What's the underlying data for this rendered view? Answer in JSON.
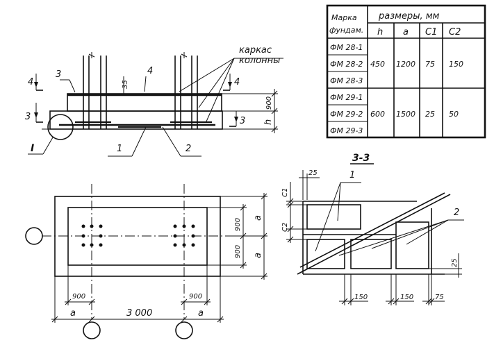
{
  "table": {
    "header_col1_line1": "Марка",
    "header_col1_line2": "фундам.",
    "header_group": "размеры, мм",
    "columns": [
      "h",
      "a",
      "C1",
      "C2"
    ],
    "group1": {
      "marks": [
        "ФМ 28-1",
        "ФМ 28-2",
        "ФМ 28-3"
      ],
      "values": [
        "450",
        "1200",
        "75",
        "150"
      ]
    },
    "group2": {
      "marks": [
        "ФМ 29-1",
        "ФМ 29-2",
        "ФМ 29-3"
      ],
      "values": [
        "600",
        "1500",
        "25",
        "50"
      ]
    }
  },
  "elevation": {
    "frame_label_line1": "каркас",
    "frame_label_line2": "колонны",
    "section_4_left": "4",
    "section_4_right": "4",
    "section_3_left": "3",
    "section_3_right": "3",
    "callout_3": "3",
    "callout_4": "4",
    "dim_35": "35",
    "dim_900": "900",
    "dim_h": "h",
    "node_I": "I",
    "callout_1": "1",
    "callout_2": "2"
  },
  "plan": {
    "dim_a_right_top": "a",
    "dim_900_right_top": "900",
    "dim_a_right_bottom": "a",
    "dim_900_right_bottom": "900",
    "dim_900_left": "900",
    "dim_900_right": "900",
    "dim_a_left": "a",
    "dim_a_right": "a",
    "dim_3000": "3 000"
  },
  "section": {
    "title": "3-3",
    "dim_25_top": "25",
    "dim_c1": "C1",
    "dim_c2": "C2",
    "dim_25_right": "25",
    "dim_150_1": "150",
    "dim_150_2": "150",
    "dim_75": "75",
    "callout_1": "1",
    "callout_2": "2"
  }
}
